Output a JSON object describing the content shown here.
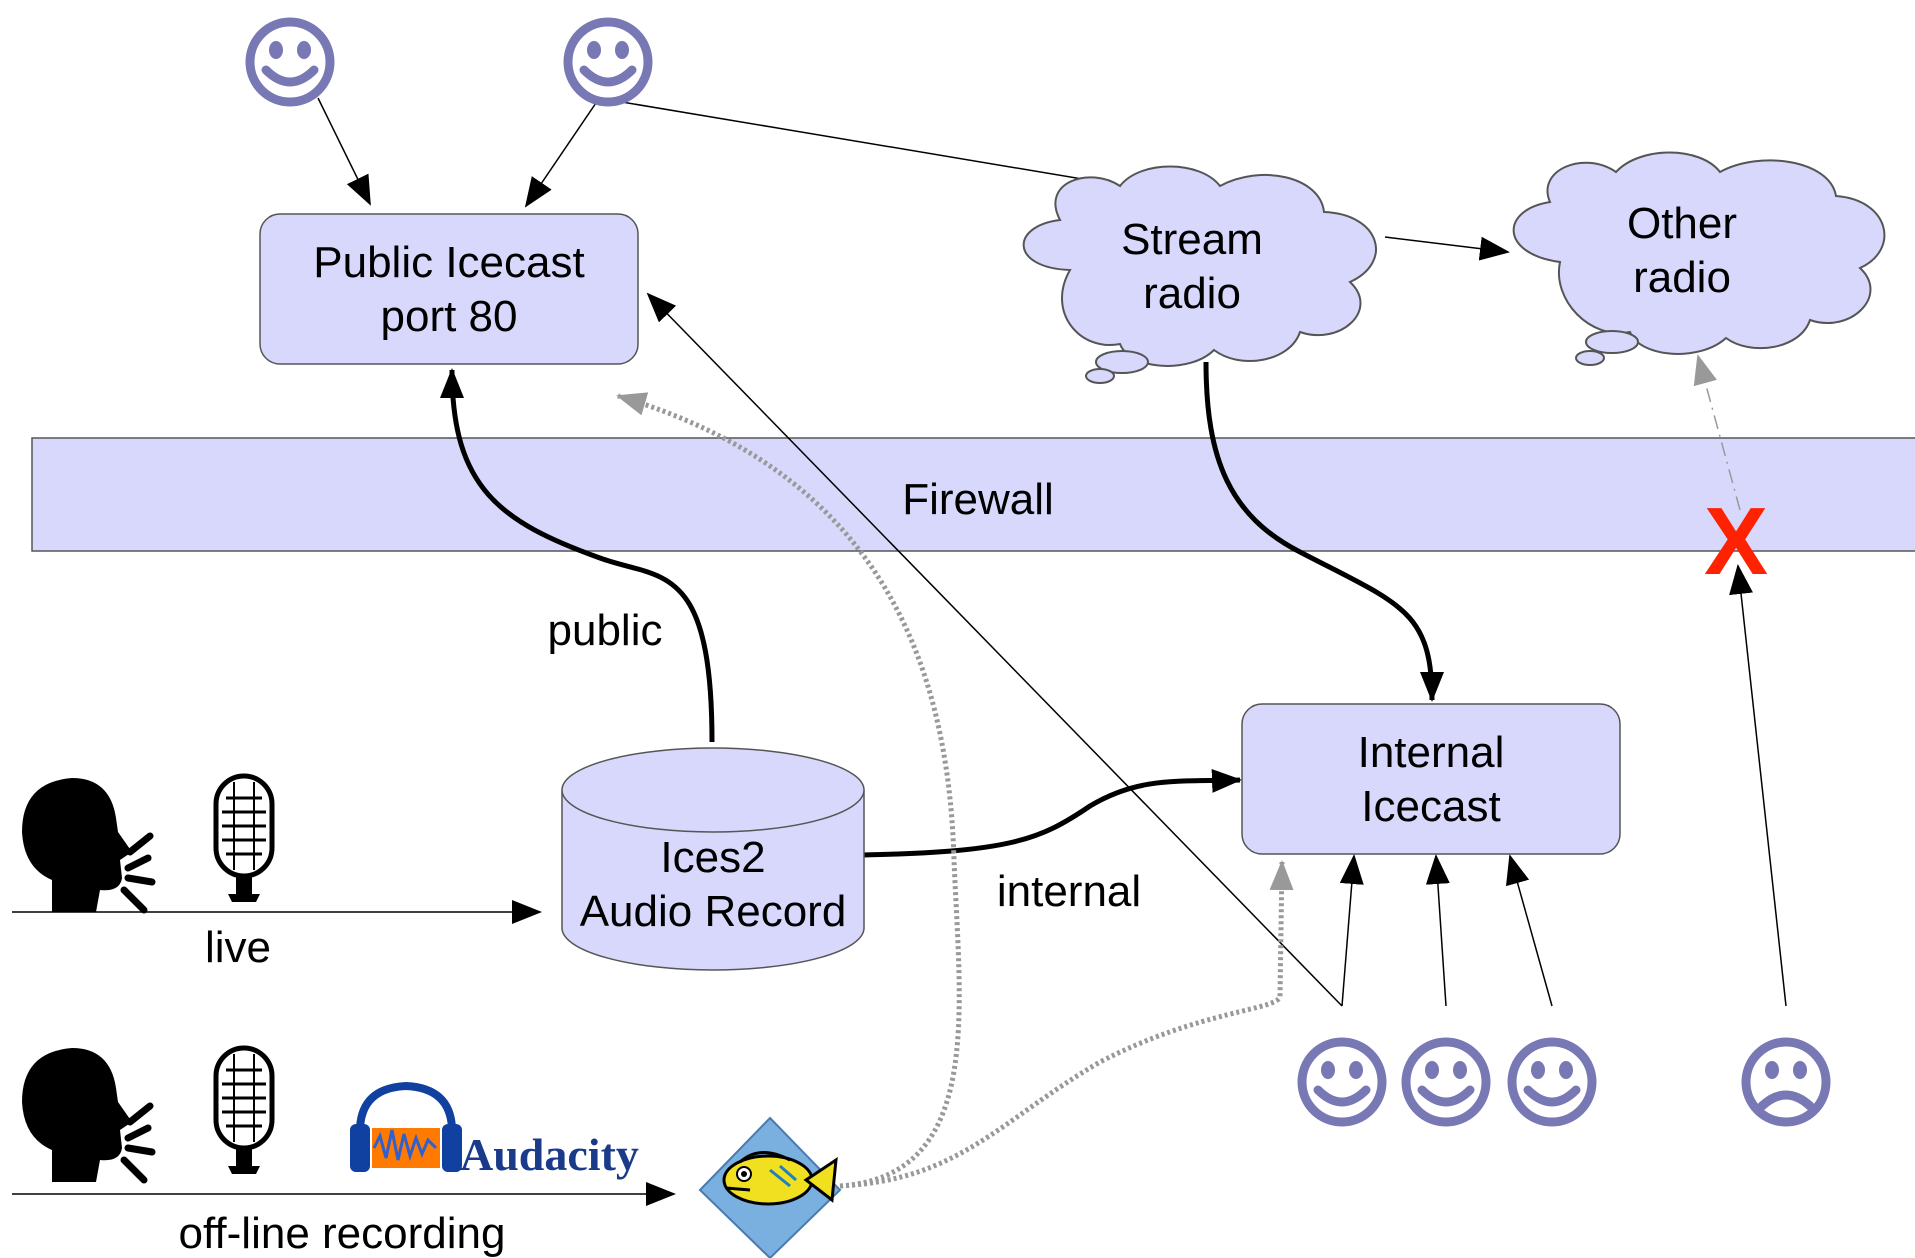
{
  "nodes": {
    "public_icecast": {
      "line1": "Public Icecast",
      "line2": "port 80"
    },
    "stream_radio": {
      "line1": "Stream",
      "line2": "radio"
    },
    "other_radio": {
      "line1": "Other",
      "line2": "radio"
    },
    "firewall": {
      "label": "Firewall"
    },
    "internal_icecast": {
      "line1": "Internal",
      "line2": "Icecast"
    },
    "ices2": {
      "line1": "Ices2",
      "line2": "Audio Record"
    },
    "audacity_logo": {
      "text": "Audacity"
    }
  },
  "edges": {
    "public": "public",
    "internal": "internal",
    "live": "live",
    "offline": "off-line recording"
  },
  "markers": {
    "blocked": "X"
  },
  "colors": {
    "box_fill": "#d8d8fc",
    "icon_color": "#7878b4",
    "blocked_red": "#ff2200",
    "dashed_gray": "#999999"
  }
}
